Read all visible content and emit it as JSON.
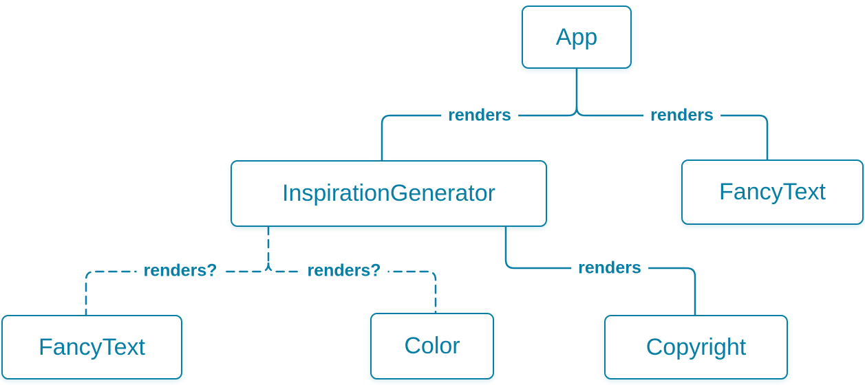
{
  "diagram": {
    "accent_color": "#087ea4",
    "background_color": "#ffffff",
    "nodes": {
      "app": {
        "label": "App"
      },
      "inspiration_generator": {
        "label": "InspirationGenerator"
      },
      "fancy_text_top": {
        "label": "FancyText"
      },
      "fancy_text_bottom": {
        "label": "FancyText"
      },
      "color": {
        "label": "Color"
      },
      "copyright": {
        "label": "Copyright"
      }
    },
    "edges": {
      "app_to_inspiration_generator": {
        "label": "renders",
        "style": "solid"
      },
      "app_to_fancy_text": {
        "label": "renders",
        "style": "solid"
      },
      "inspiration_generator_to_fancy_text": {
        "label": "renders?",
        "style": "dashed"
      },
      "inspiration_generator_to_color": {
        "label": "renders?",
        "style": "dashed"
      },
      "inspiration_generator_to_copyright": {
        "label": "renders",
        "style": "solid"
      }
    }
  }
}
